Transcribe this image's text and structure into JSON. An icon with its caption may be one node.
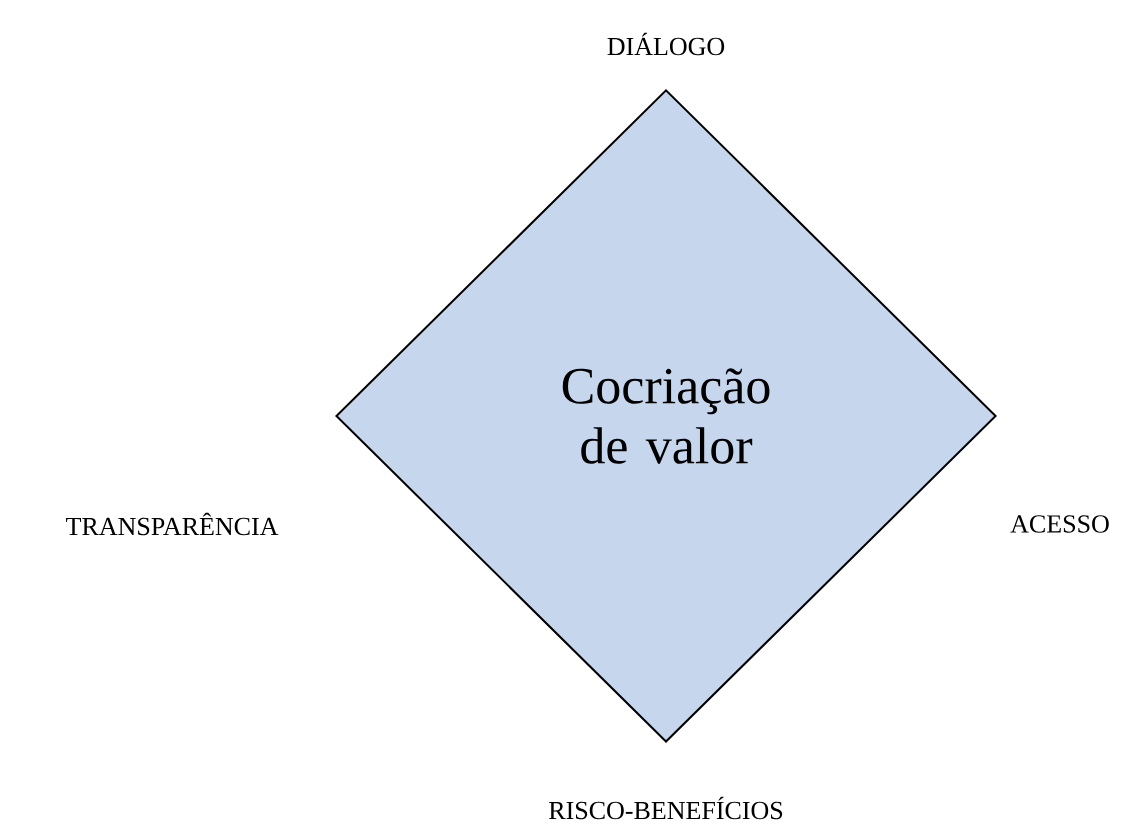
{
  "diagram": {
    "nodes": [
      {
        "text": [
          "Cocriação de valor"
        ]
      }
    ],
    "labels": [
      "DIÁLOGO",
      "TRANSPARÊNCIA",
      "ACESSO",
      "RISCO-BENEFÍCIOS"
    ]
  }
}
